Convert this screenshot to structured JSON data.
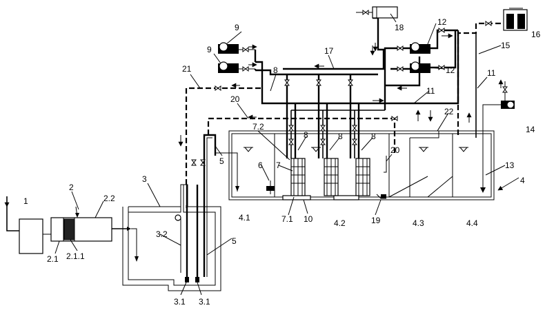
{
  "labels": {
    "l1": "1",
    "l2": "2",
    "l2_1": "2.1",
    "l2_1_1": "2.1.1",
    "l2_2": "2.2",
    "l3": "3",
    "l3_1a": "3.1",
    "l3_1b": "3.1",
    "l3_2": "3.2",
    "l4": "4",
    "l4_1": "4.1",
    "l4_2": "4.2",
    "l4_3": "4.3",
    "l4_4": "4.4",
    "l5a": "5",
    "l5b": "5",
    "l6": "6",
    "l7": "7",
    "l7_1": "7.1",
    "l7_2": "7.2",
    "l8a": "8",
    "l8b": "8",
    "l8c": "8",
    "l8d": "8",
    "l9a": "9",
    "l9b": "9",
    "l10": "10",
    "l11a": "11",
    "l11b": "11",
    "l12a": "12",
    "l12b": "12",
    "l13": "13",
    "l14": "14",
    "l15": "15",
    "l16": "16",
    "l17": "17",
    "l18": "18",
    "l19": "19",
    "l20a": "20",
    "l20b": "20",
    "l21": "21",
    "l22": "22"
  },
  "icons": {
    "pump": "pump-icon",
    "valve": "valve-icon",
    "blower": "blower-icon",
    "dosing_unit": "dosing-unit-icon",
    "water_level": "water-level-icon",
    "flow_arrow": "flow-arrow-icon"
  },
  "colors": {
    "line": "#000000",
    "background": "#ffffff"
  }
}
